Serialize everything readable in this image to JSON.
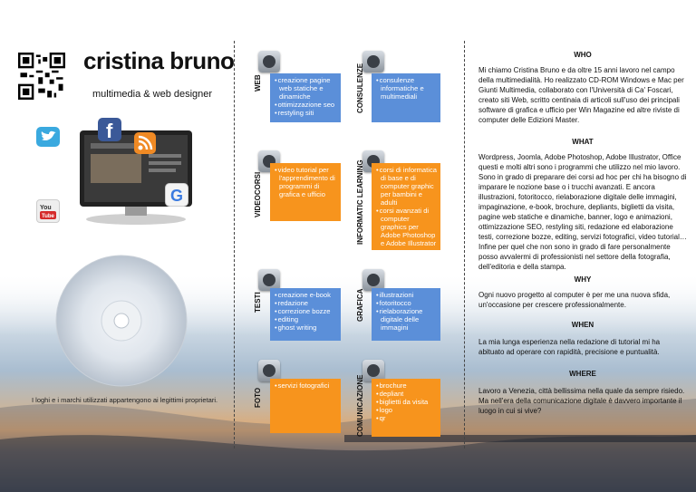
{
  "header": {
    "name": "cristina bruno",
    "tagline": "multimedia & web designer"
  },
  "disclaimer": "I loghi e i marchi utilizzati appartengono ai legittimi proprietari.",
  "services": {
    "web": {
      "label": "WEB",
      "items": [
        "creazione pagine web statiche e dinamiche",
        "ottimizzazione seo",
        "restyling siti"
      ]
    },
    "consulenze": {
      "label": "CONSULENZE",
      "items": [
        "consulenze informatiche e multimediali"
      ]
    },
    "videocorsi": {
      "label": "VIDEOCORSI",
      "items": [
        "video tutorial per l'apprendimento di programmi di grafica e ufficio"
      ]
    },
    "informatic": {
      "label": "INFORMATIC LEARNING",
      "items": [
        "corsi di informatica di base e di computer graphic per bambini e adulti",
        "corsi avanzati di computer graphics per Adobe Photoshop e Adobe Illustrator"
      ]
    },
    "testi": {
      "label": "TESTI",
      "items": [
        "creazione e-book",
        "redazione",
        "correzione bozze",
        "editing",
        "ghost writing"
      ]
    },
    "grafica": {
      "label": "GRAFICA",
      "items": [
        "illustrazioni",
        "fotoritocco",
        "rielaborazione digitale delle immagini"
      ]
    },
    "foto": {
      "label": "FOTO",
      "items": [
        "servizi fotografici"
      ]
    },
    "comunicazione": {
      "label": "COMUNICAZIONE",
      "items": [
        "brochure",
        "depliant",
        "biglietti da visita",
        "logo",
        "qr"
      ]
    }
  },
  "sections": {
    "who": {
      "heading": "WHO",
      "text": "Mi chiamo Cristina Bruno e da oltre 15 anni lavoro nel campo della multimedialità. Ho realizzato CD-ROM Windows e Mac per Giunti Multimedia, collaborato con l'Università di Ca' Foscari, creato siti Web, scritto centinaia di articoli sull'uso dei principali software di grafica e ufficio per Win Magazine ed altre riviste di computer delle Edizioni Master."
    },
    "what": {
      "heading": "WHAT",
      "text": "Wordpress, Joomla, Adobe Photoshop, Adobe Illustrator, Office questi e molti altri sono i programmi che utilizzo nel mio lavoro. Sono in grado di preparare dei corsi ad hoc per chi ha bisogno di imparare le nozione base o i trucchi avanzati. E ancora illustrazioni, fotoritocco, rielaborazione digitale delle immagini, impaginazione, e-book, brochure, depliants, biglietti da visita, pagine web statiche e dinamiche, banner, logo e animazioni, ottimizzazione SEO, restyling siti, redazione ed elaborazione testi, correzione bozze, editing, servizi fotografici, video tutorial… Infine per quel che non sono in grado di fare personalmente posso avvalermi di professionisti nel settore della fotografia, dell'editoria e della stampa."
    },
    "why": {
      "heading": "WHY",
      "text": "Ogni nuovo progetto al computer è per me una nuova sfida, un'occasione per crescere professionalmente."
    },
    "when": {
      "heading": "WHEN",
      "text": "La mia lunga esperienza nella redazione di tutorial mi ha abituato ad operare con rapidità, precisione e puntualità."
    },
    "where": {
      "heading": "WHERE",
      "text": "Lavoro a Venezia, città bellissima nella quale da sempre risiedo. Ma nell'era della comunicazione digitale è davvero importante il luogo in cui si vive?"
    }
  },
  "social_icons": [
    "twitter-icon",
    "facebook-icon",
    "rss-icon",
    "youtube-icon",
    "google-icon"
  ],
  "colors": {
    "blue_card": "#5b8fd9",
    "orange_card": "#f7941d"
  }
}
